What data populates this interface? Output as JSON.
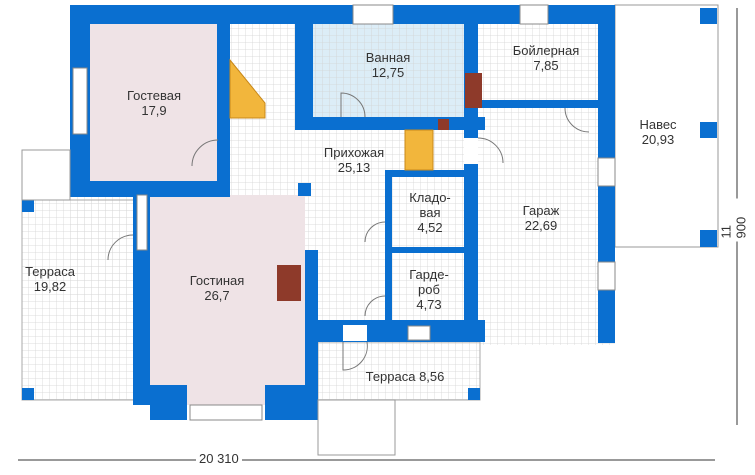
{
  "colors": {
    "wall": "#0a6fd0",
    "guest_floor": "#efe3e6",
    "bath_floor": "#dcedf7",
    "stairs": "#f2b63c",
    "stove": "#8e3a2a",
    "grid": "#d4d4d4"
  },
  "rooms": [
    {
      "id": "gostevaya",
      "name": "Гостевая",
      "area": "17,9"
    },
    {
      "id": "vannaya",
      "name": "Ванная",
      "area": "12,75"
    },
    {
      "id": "boylernaya",
      "name": "Бойлерная",
      "area": "7,85"
    },
    {
      "id": "naves",
      "name": "Навес",
      "area": "20,93"
    },
    {
      "id": "prihozhaya",
      "name": "Прихожая",
      "area": "25,13"
    },
    {
      "id": "kladovaya",
      "name": "Кладо-\nвая",
      "area": "4,52"
    },
    {
      "id": "garazh",
      "name": "Гараж",
      "area": "22,69"
    },
    {
      "id": "terrasa-left",
      "name": "Терраса",
      "area": "19,82"
    },
    {
      "id": "gostinaya",
      "name": "Гостиная",
      "area": "26,7"
    },
    {
      "id": "garderob",
      "name": "Гарде-\nроб",
      "area": "4,73"
    },
    {
      "id": "terrasa-front",
      "name": "Терраса 8,56",
      "area": ""
    }
  ],
  "dimensions": {
    "width": "20 310",
    "depth": "11 900"
  }
}
